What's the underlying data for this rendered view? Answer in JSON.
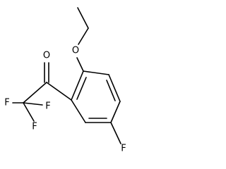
{
  "molecule": {
    "atoms": {
      "oxygen_ether": "O",
      "oxygen_carbonyl": "O",
      "fluorine_ring": "F",
      "fluorine_cf3_left": "F",
      "fluorine_cf3_bottom": "F",
      "fluorine_cf3_right": "F"
    }
  }
}
